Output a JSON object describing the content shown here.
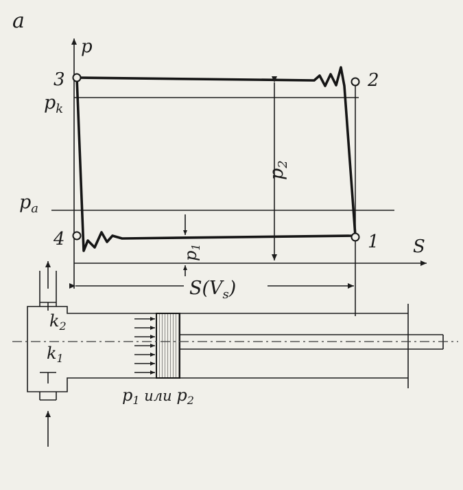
{
  "panel_label": "a",
  "axes": {
    "p_axis": "p",
    "s_axis": "S"
  },
  "levels": {
    "pk": "p",
    "pk_sub": "k",
    "pa": "p",
    "pa_sub": "a"
  },
  "points": [
    "3",
    "2",
    "4",
    "1"
  ],
  "dimensions": {
    "p2": "p",
    "p2_sub": "2",
    "p1": "p",
    "p1_sub": "1",
    "stroke_main": "S(V",
    "stroke_sub": "s",
    "stroke_close": ")"
  },
  "valves": {
    "k2": "k",
    "k2_sub": "2",
    "k1": "k",
    "k1_sub": "1"
  },
  "piston_caption": {
    "a": "p",
    "a_sub": "1",
    "middle": " или ",
    "b": "p",
    "b_sub": "2"
  },
  "colors": {
    "ink": "#151515",
    "paper": "#f1f0ea"
  }
}
